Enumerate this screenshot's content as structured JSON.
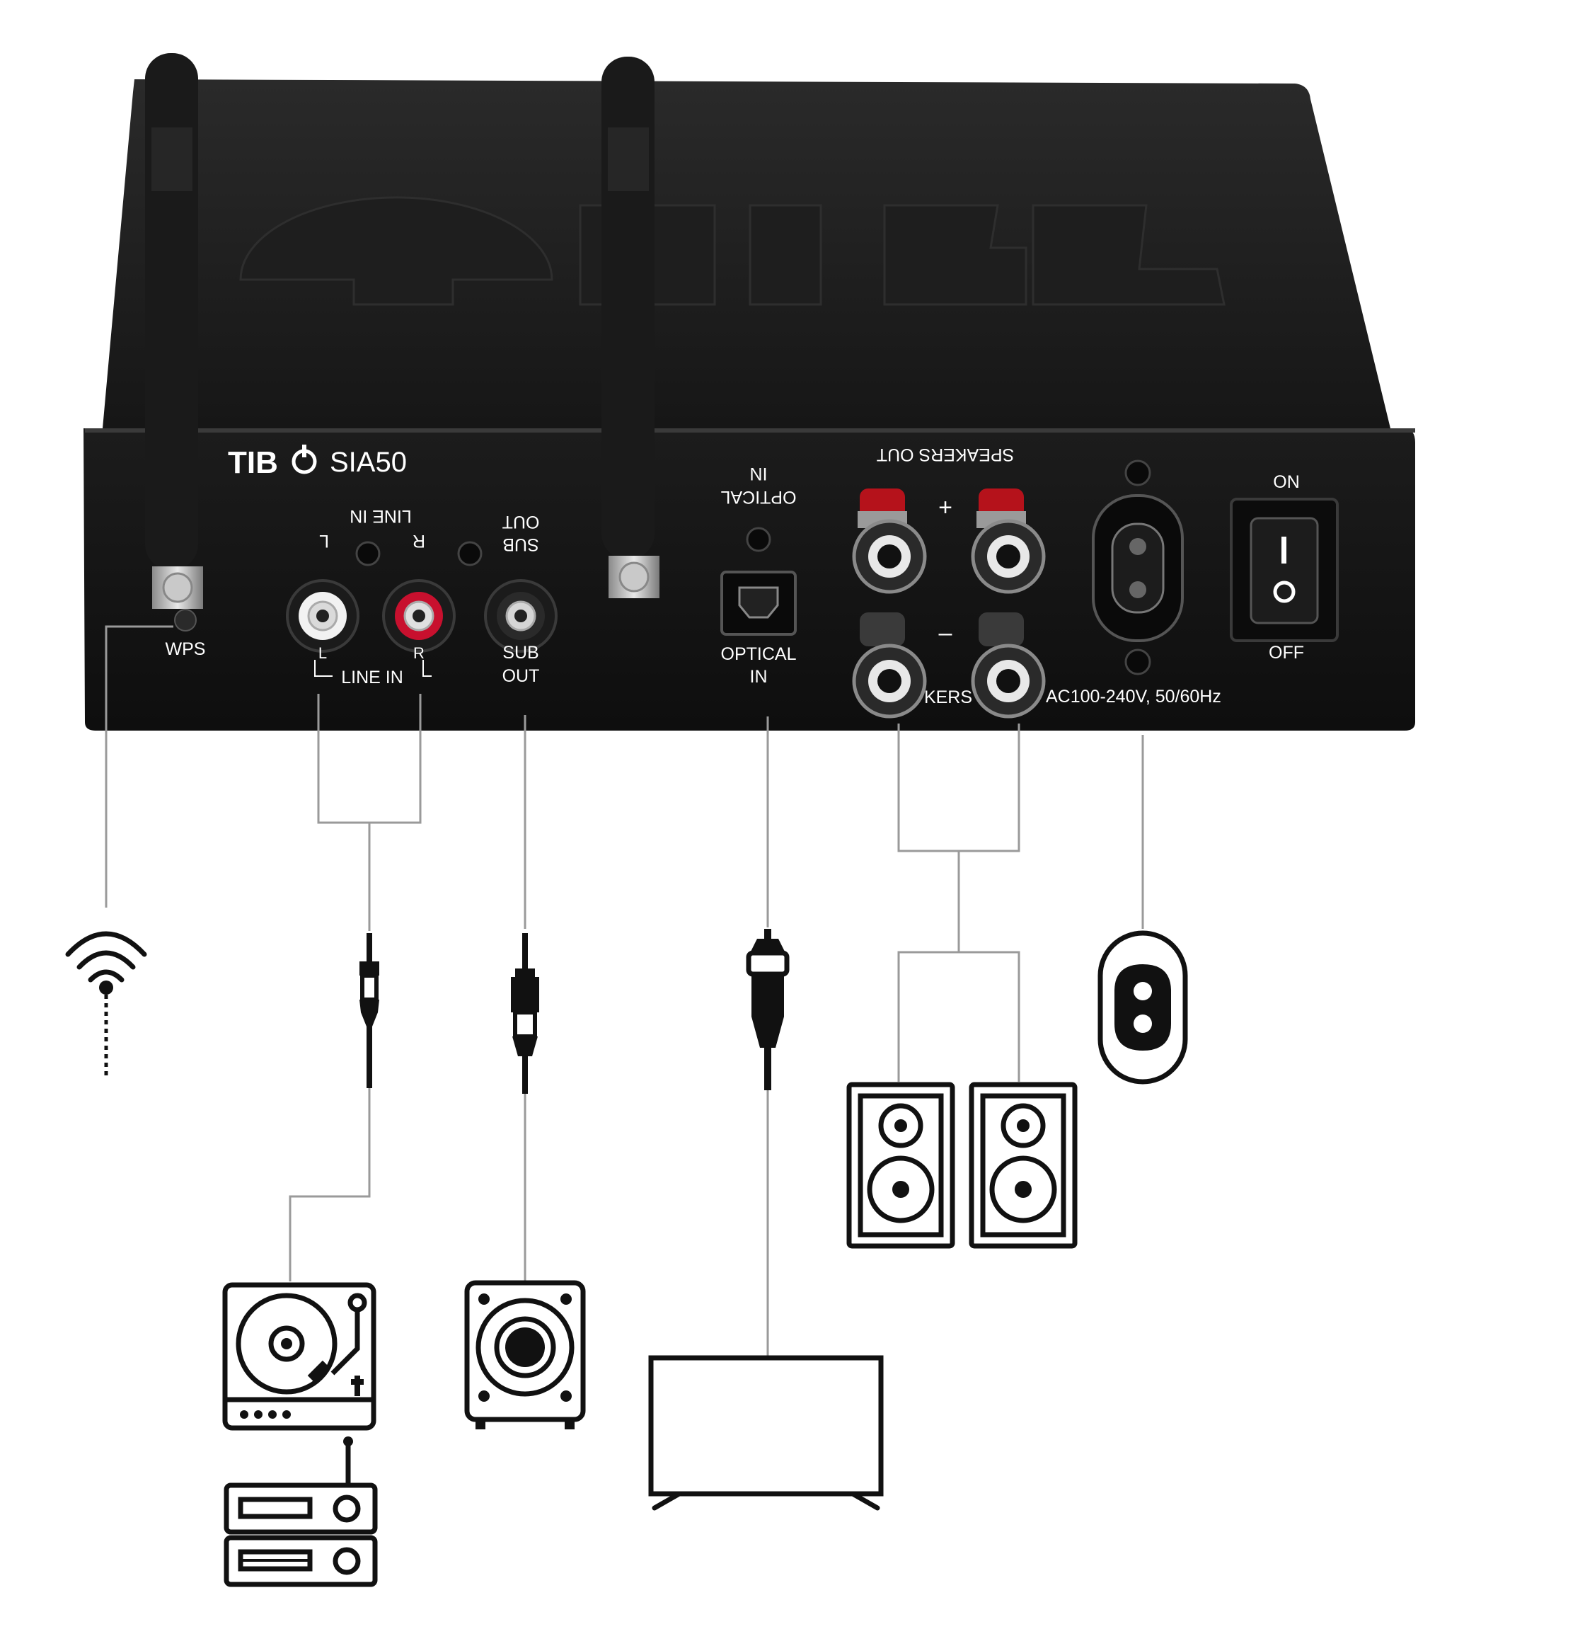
{
  "product": {
    "brand": "TIB",
    "model": "SIA50"
  },
  "labels": {
    "wps": "WPS",
    "line_in_top": "LINE IN",
    "line_in_bottom": "LINE IN",
    "l_top": "L",
    "r_top": "R",
    "l_bottom": "L",
    "r_bottom": "R",
    "sub_top": "SUB",
    "out_top": "OUT",
    "sub_bottom": "SUB",
    "out_bottom": "OUT",
    "optical_top": "OPTICAL",
    "in_top": "IN",
    "optical_bottom": "OPTICAL",
    "in_bottom": "IN",
    "speakers_out_top": "SPEAKERS OUT",
    "speakers_bottom": "KERS",
    "plus": "+",
    "minus": "–",
    "power_rating": "AC100-240V, 50/60Hz",
    "switch_on": "ON",
    "switch_off": "OFF"
  },
  "colors": {
    "chassis": "#141414",
    "connector_line": "#9a9a9a",
    "rca_red": "#c8102e",
    "terminal_red": "#b5121b",
    "icon_stroke": "#111111"
  },
  "devices": [
    {
      "icon": "wifi-icon"
    },
    {
      "icon": "turntable-icon"
    },
    {
      "icon": "stereo-receiver-icon"
    },
    {
      "icon": "subwoofer-icon"
    },
    {
      "icon": "tv-icon"
    },
    {
      "icon": "speaker-left-icon"
    },
    {
      "icon": "speaker-right-icon"
    },
    {
      "icon": "power-socket-icon"
    }
  ]
}
